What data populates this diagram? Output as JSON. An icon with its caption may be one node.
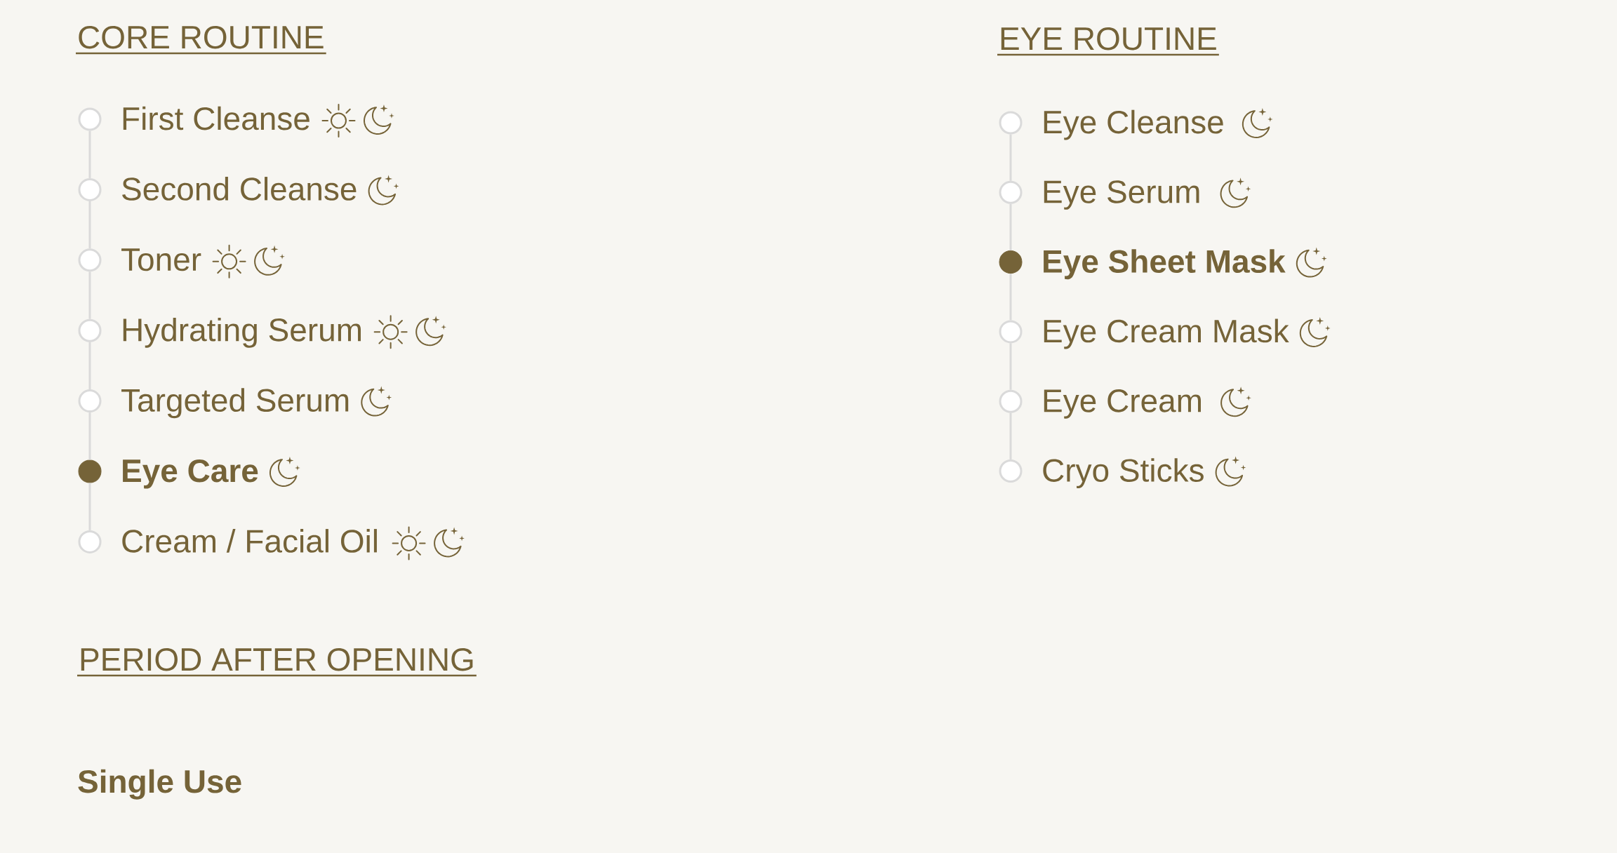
{
  "diagram": {
    "nodes": [
      {
        "text": [],
        "shape": "circle",
        "beside": [
          "First Cleanse"
        ]
      },
      {
        "text": [],
        "shape": "circle",
        "beside": [
          "Second Cleanse"
        ]
      },
      {
        "text": [],
        "shape": "circle",
        "beside": [
          "Toner"
        ]
      },
      {
        "text": [],
        "shape": "circle",
        "beside": [
          "Hydrating Serum"
        ]
      },
      {
        "text": [],
        "shape": "circle",
        "beside": [
          "Targeted Serum"
        ]
      },
      {
        "text": [],
        "shape": "dot",
        "beside": [
          "Eye Care"
        ]
      },
      {
        "text": [],
        "shape": "circle",
        "beside": [
          "Cream / Facial Oil"
        ]
      },
      {
        "text": [],
        "shape": "circle",
        "beside": [
          "Eye Cleanse"
        ]
      },
      {
        "text": [],
        "shape": "circle",
        "beside": [
          "Eye Serum"
        ]
      },
      {
        "text": [],
        "shape": "dot",
        "beside": [
          "Eye Sheet Mask"
        ]
      },
      {
        "text": [],
        "shape": "circle",
        "beside": [
          "Eye Cream Mask"
        ]
      },
      {
        "text": [],
        "shape": "circle",
        "beside": [
          "Eye Cream"
        ]
      },
      {
        "text": [],
        "shape": "circle",
        "beside": [
          "Cryo Sticks"
        ]
      }
    ],
    "edges": [
      {
        "from": 0,
        "to": 1,
        "arrow": "none"
      },
      {
        "from": 1,
        "to": 2,
        "arrow": "none"
      },
      {
        "from": 2,
        "to": 3,
        "arrow": "none"
      },
      {
        "from": 3,
        "to": 4,
        "arrow": "none"
      },
      {
        "from": 4,
        "to": 5,
        "arrow": "none"
      },
      {
        "from": 5,
        "to": 6,
        "arrow": "none"
      },
      {
        "from": 7,
        "to": 8,
        "arrow": "none"
      },
      {
        "from": 8,
        "to": 9,
        "arrow": "none"
      },
      {
        "from": 9,
        "to": 10,
        "arrow": "none"
      },
      {
        "from": 10,
        "to": 11,
        "arrow": "none"
      },
      {
        "from": 11,
        "to": 12,
        "arrow": "none"
      }
    ],
    "labels": [
      "CORE ROUTINE",
      "EYE ROUTINE",
      "PERIOD AFTER OPENING",
      "Single Use"
    ]
  }
}
